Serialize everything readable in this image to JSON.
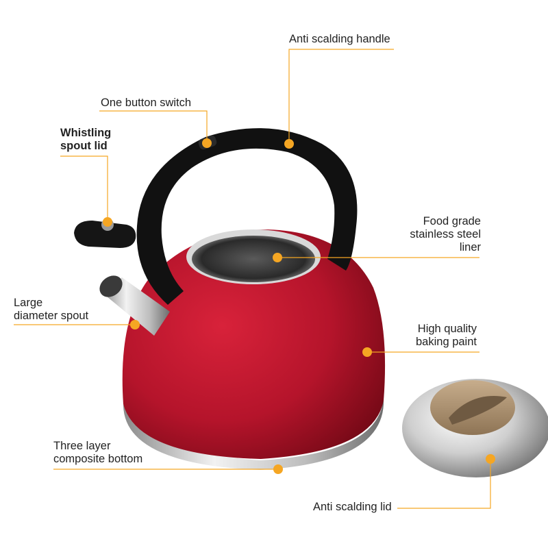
{
  "colors": {
    "callout": "#f5a623",
    "kettle_body": "#c8102e",
    "handle": "#111111",
    "steel": "#c9c9c9",
    "lid_knob": "#b59a7a"
  },
  "callouts": {
    "anti_scalding_handle": [
      "Anti scalding handle"
    ],
    "one_button_switch": [
      "One button switch"
    ],
    "whistling_spout_lid": [
      "Whistling",
      "spout lid"
    ],
    "food_grade_liner": [
      "Food grade",
      "stainless steel",
      "liner"
    ],
    "large_diameter_spout": [
      "Large",
      "diameter spout"
    ],
    "baking_paint": [
      "High quality",
      "baking paint"
    ],
    "composite_bottom": [
      "Three layer",
      "composite bottom"
    ],
    "anti_scalding_lid": [
      "Anti scalding lid"
    ]
  }
}
